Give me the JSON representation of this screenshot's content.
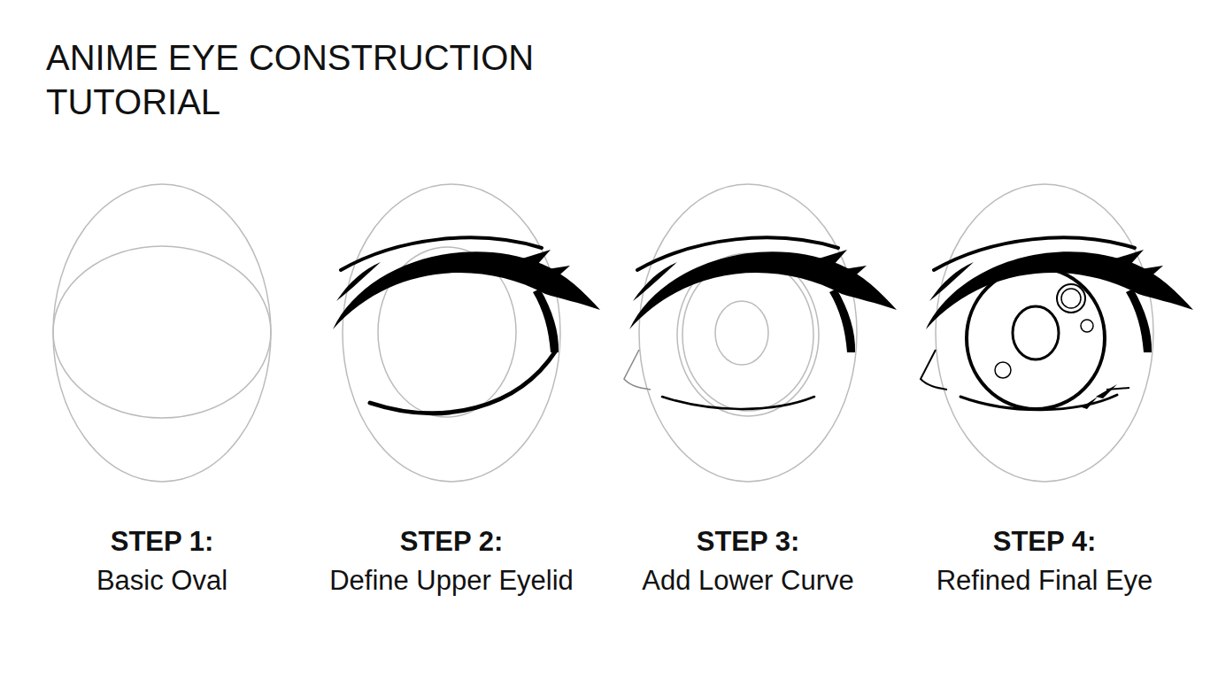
{
  "diagram": {
    "title": "ANIME EYE CONSTRUCTION TUTORIAL",
    "labels": [
      "STEP 1:",
      "Basic Oval",
      "STEP 2:",
      "Define Upper Eyelid",
      "STEP 3:",
      "Add Lower Curve",
      "STEP 4:",
      "Refined Final Eye"
    ]
  }
}
